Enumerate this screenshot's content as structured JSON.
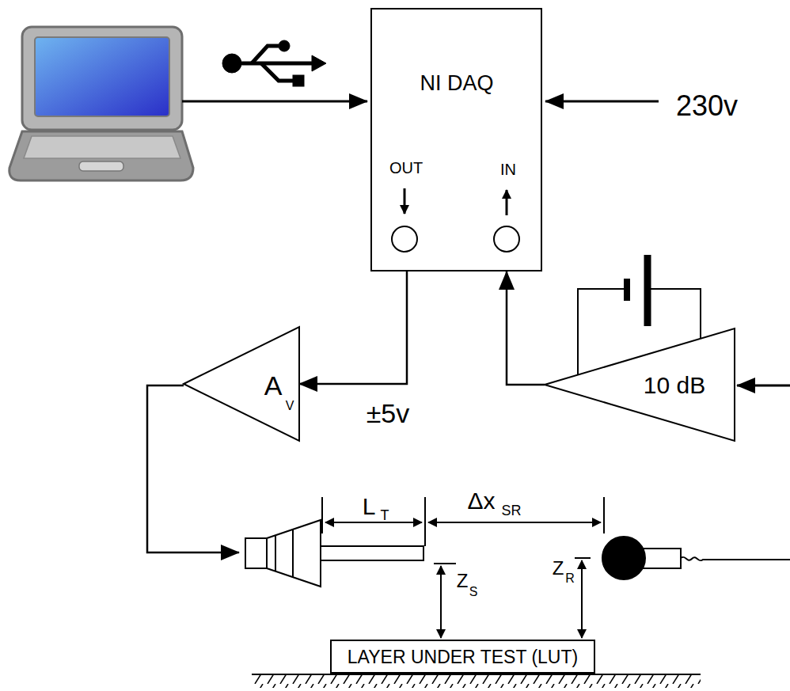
{
  "diagram": {
    "nodes": [
      {
        "text": [
          "NI DAQ",
          "OUT",
          "IN"
        ]
      },
      {
        "text": [
          "A",
          "V"
        ]
      },
      {
        "text": [
          "10 dB"
        ]
      },
      {
        "text": [
          "LAYER UNDER TEST (LUT)"
        ]
      }
    ],
    "edges": [
      {
        "from": 0,
        "to": 1,
        "arrow": "to"
      },
      {
        "from": 2,
        "to": 0,
        "arrow": "to"
      }
    ],
    "labels": [
      "230v",
      "±5v",
      "L",
      "T",
      "Δx",
      "SR",
      "Z",
      "S",
      "Z",
      "R"
    ]
  }
}
